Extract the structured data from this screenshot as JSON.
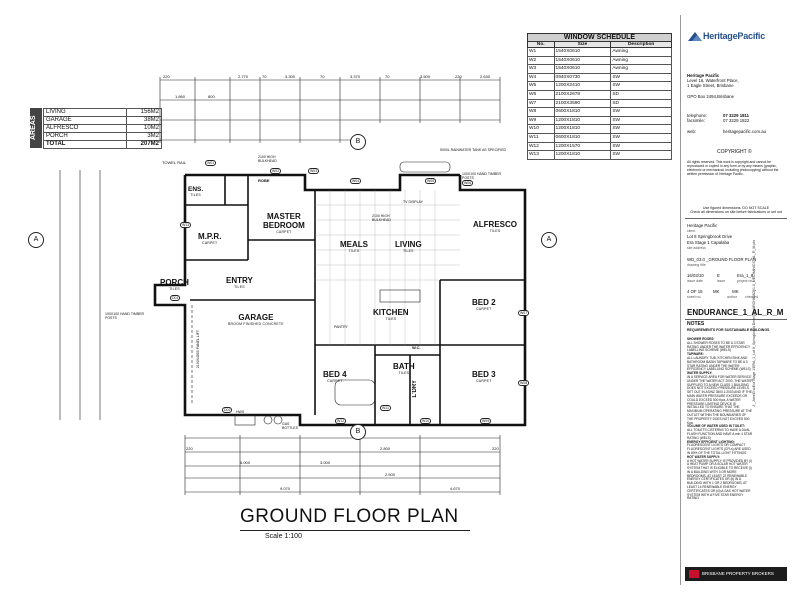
{
  "areas": {
    "tag": "AREAS",
    "rows": [
      {
        "label": "LIVING",
        "value": "156M2"
      },
      {
        "label": "GARAGE",
        "value": "38M2"
      },
      {
        "label": "ALFRESCO",
        "value": "10M2"
      },
      {
        "label": "PORCH",
        "value": "3M2"
      }
    ],
    "total_label": "TOTAL",
    "total_value": "207M2"
  },
  "plan": {
    "title": "GROUND FLOOR PLAN",
    "scale": "Scale 1:100",
    "rooms": {
      "ens": "ENS.",
      "robe": "ROBE",
      "master": "MASTER",
      "bedroom": "BEDROOM",
      "carpet": "CARPET",
      "mpr": "M.P.R.",
      "meals": "MEALS",
      "living": "LIVING",
      "tiles": "TILES",
      "alfresco": "ALFRESCO",
      "porch": "PORCH",
      "entry": "ENTRY",
      "kitchen": "KITCHEN",
      "bed2": "BED 2",
      "garage": "GARAGE",
      "garage_floor": "BROOM FINISHED CONCRETE",
      "bed4": "BED 4",
      "bath": "BATH",
      "bed3": "BED 3",
      "lndry": "L'DRY",
      "towel_rail": "TOWEL RAIL",
      "wc": "W.C."
    },
    "notes": {
      "rainwater": "5000L RAINWATER TANK AS SPECIFIED",
      "timber_posts": "100x100 HAND TIMBER POSTS",
      "bulkhead": "2100 HIGH BULKHEAD",
      "tv_display": "TV DISPLAY",
      "panel_lift": "2100x4800 PANEL LIFT",
      "gas_bottles": "GAS BOTTLES",
      "hws": "HWS",
      "pantry": "PANTRY"
    },
    "grid": {
      "a": "A",
      "b": "B"
    },
    "dims_top": [
      "220",
      "1.860",
      "800",
      "2.770",
      "70",
      "3.300",
      "70",
      "3.370",
      "70",
      "3.500",
      "220",
      "2.630"
    ],
    "dims_bottom": [
      "220",
      "6.000",
      "3.000",
      "2.800",
      "4.670",
      "9.070",
      "2.500",
      "220"
    ],
    "windows": [
      "W01",
      "W02",
      "W03",
      "W04",
      "W05",
      "W06",
      "W07",
      "W08",
      "W09",
      "W10",
      "W11",
      "W12",
      "W13",
      "D01",
      "D02"
    ]
  },
  "window_schedule": {
    "title": "WINDOW SCHEDULE",
    "headers": [
      "No.",
      "Size",
      "Description"
    ],
    "rows": [
      [
        "W1",
        "1540X0610",
        "Awning"
      ],
      [
        "W2",
        "1540X0610",
        "Awning"
      ],
      [
        "W3",
        "1540X0610",
        "Awning"
      ],
      [
        "W4",
        "0940X0730",
        "SW"
      ],
      [
        "W5",
        "1200X2410",
        "SW"
      ],
      [
        "W6",
        "2100X2678",
        "SD"
      ],
      [
        "W7",
        "2100X3590",
        "SD"
      ],
      [
        "W8",
        "0600X1810",
        "SW"
      ],
      [
        "W9",
        "1200X1810",
        "SW"
      ],
      [
        "W10",
        "1200X1810",
        "SW"
      ],
      [
        "W11",
        "0600X1810",
        "SW"
      ],
      [
        "W12",
        "1200X1570",
        "SW"
      ],
      [
        "W13",
        "1200X1810",
        "SW"
      ]
    ]
  },
  "title_block": {
    "logo": "HeritagePacific",
    "company": "Heritage Pacific",
    "address1": "Level 16, Waterfront Place,",
    "address2": "1 Eagle Street, Brisbane",
    "po_box": "GPO Box 2494,Brisbane",
    "telephone_label": "telephone:",
    "telephone": "07 3229 1811",
    "facsimile_label": "facsimile:",
    "facsimile": "07 3229 1822",
    "web_label": "web:",
    "web": "heritagepacific.com.au",
    "copyright": "COPYRIGHT ©",
    "copyright_text": "All rights reserved. This work is copyright and cannot be reproduced or copied in any form or by any means (graphic, electronic or mechanical, including photocopying) without the written permission of Heritage Pacific.",
    "dims_note": "Use figured dimensions. DO NOT SCALE",
    "check_note": "Check all dimensions on site before fabrications or set out",
    "client": "Heritage Pacific",
    "client_label": "client",
    "lot": "Lot 8 Springbrook Drive",
    "estate": "Era Stage 1 Capalaba",
    "site_label": "site address",
    "drawing": "WD_03.0 _GROUND FLOOR PLAN",
    "drawing_label": "drawing title",
    "issue_date": "16/03/10",
    "issue_date_label": "issue date",
    "issue": "E",
    "issue_label": "issue",
    "project_no": "Era_1_8",
    "project_label": "project no.",
    "sheet": "4",
    "of": "OF",
    "sheets": "15",
    "sheet_label": "sheet no.",
    "author": "MK",
    "author_label": "author",
    "checked": "MK",
    "checked_label": "checked",
    "design": "ENDURANCE_1_AL_R_M",
    "notes_title": "NOTES",
    "notes_sub": "REQUIREMENTS FOR SUSTAINABLE BUILDINGS",
    "shower_title": "SHOWER ROSES:",
    "shower_text": "ALL SHOWER ROSES TO BE A 3 STAR RATING UNDER THE WATER EFFICIENCY LABELLING SCHEME (WELS)",
    "tapware_title": "TAPWARE:",
    "tapware_text": "ALL LAUNDRY TUB, KITCHEN SINK AND BATHROOM BASIN TAPWARE TO BE A 3 STAR RATING UNDER THE WATER EFFICIENCY LABELLING SCHEME (WELS)",
    "supply_title": "WATER SUPPLY:",
    "supply_text": "IN A SERVICE AREA FOR WATER SERVICE UNDER THE WATER ACT 2000, THE WATER SUPPLIED TO A NEW CLASS 1 BUILDING DOES NOT EXCEED PRESSURE LEVELS SET OUT IN AS/NZ 3500.1:2003 AND IF THE MAIN WATER PRESSURE EXCEEDS OR COULD EXCEED 500 Kpa, A WATER PRESSURE LIMITING DEVICE IS INSTALLED TO ENSURE THAT THE MAXIMUM OPERATING PRESSURE AT THE OUTLET WITHIN THE BOUNDARIES OF THE PROPERTY DOES NOT EXCEED 500 Kpa",
    "toilet_title": "VOLUME OF WATER USED IN TOILET:",
    "toilet_text": "ALL TOILETS CISTERNS TO HAVE A DUAL FLUSH FUNCTION AND HAVE A min 4 STAR RATING (WELS)",
    "lighting_title": "ENERGY EFFICIENT LIGHTING:",
    "lighting_text": "FLUORESCENT LIGHTS OR COMPACT FLUORESCENT LIGHTS (CFLs) ARE USED IN 80% OF THE TOTAL LIGHT FITTINGS",
    "hot_title": "HOT WATER SUPPLY:",
    "hot_text": "A HOT WATER SUPPLY IS PROVIDED BY (i) A HEAT PUMP OR A SOLAR HOT WATER SYSTEM THAT IS ELIGIBLE TO RECEIVE (i) IN A BUILDING WITH 3 OR MORE BEDROOMS, AT LEAST 22 RENEWABLE ENERGY CERTIFICATES OR (ii) IN A BUILDING WITH 1 OR 2 BEDROOMS, AT LEAST 14 RENEWABLE ENERGY CERTIFICATES OR (iii) A GAS HOT WATER SYSTEM WITH A FIVE STAR ENERGY RATING",
    "broker": "BRISBANE PROPERTY BROKERS",
    "file_path": "J:_Jobs\\Era\\Era Stage 1\\ERA_1_Lot 8_Springbrook Drive\\[01_ARCHICAD]\\1.0_MECHANICS_AL_R_M.pln"
  }
}
